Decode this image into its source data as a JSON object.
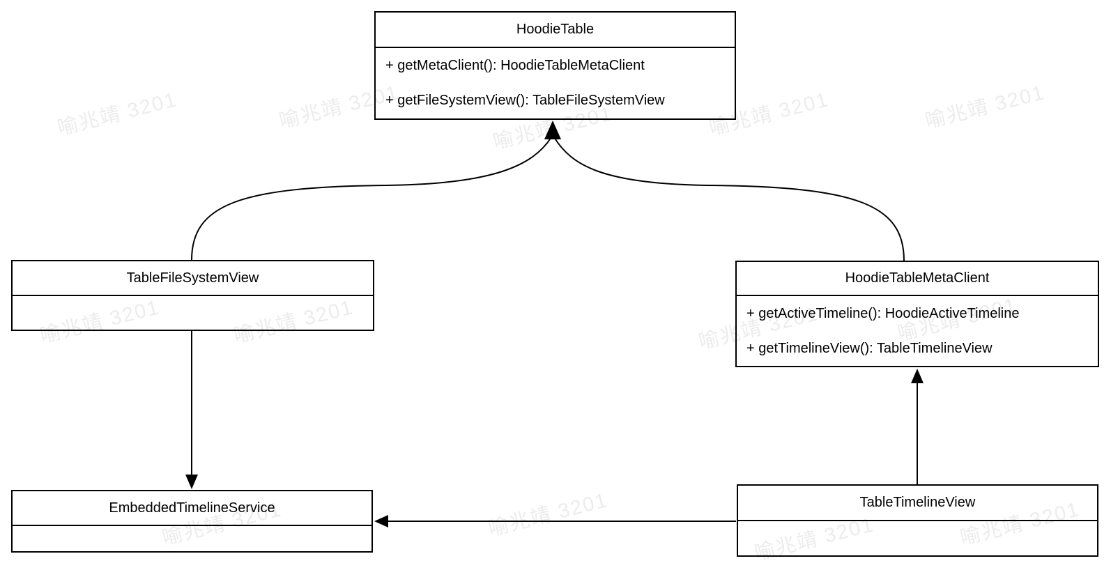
{
  "diagram": {
    "type": "uml-class-diagram",
    "colors": {
      "stroke": "#000000",
      "text": "#000000",
      "background": "#ffffff",
      "watermark": "#ececec"
    },
    "watermark": {
      "text": "喻兆靖 3201"
    },
    "classes": {
      "hoodieTable": {
        "name": "HoodieTable",
        "methods": [
          "+ getMetaClient(): HoodieTableMetaClient",
          "+ getFileSystemView(): TableFileSystemView"
        ]
      },
      "tableFileSystemView": {
        "name": "TableFileSystemView",
        "methods": []
      },
      "hoodieTableMetaClient": {
        "name": "HoodieTableMetaClient",
        "methods": [
          "+ getActiveTimeline(): HoodieActiveTimeline",
          "+ getTimelineView(): TableTimelineView"
        ]
      },
      "embeddedTimelineService": {
        "name": "EmbeddedTimelineService",
        "methods": []
      },
      "tableTimelineView": {
        "name": "TableTimelineView",
        "methods": []
      }
    },
    "relations": [
      {
        "from": "TableFileSystemView",
        "to": "HoodieTable",
        "style": "curved-arrow"
      },
      {
        "from": "HoodieTableMetaClient",
        "to": "HoodieTable",
        "style": "curved-arrow"
      },
      {
        "from": "TableFileSystemView",
        "to": "EmbeddedTimelineService",
        "style": "straight-arrow"
      },
      {
        "from": "TableTimelineView",
        "to": "HoodieTableMetaClient",
        "style": "straight-arrow"
      },
      {
        "from": "TableTimelineView",
        "to": "EmbeddedTimelineService",
        "style": "straight-arrow"
      }
    ]
  }
}
